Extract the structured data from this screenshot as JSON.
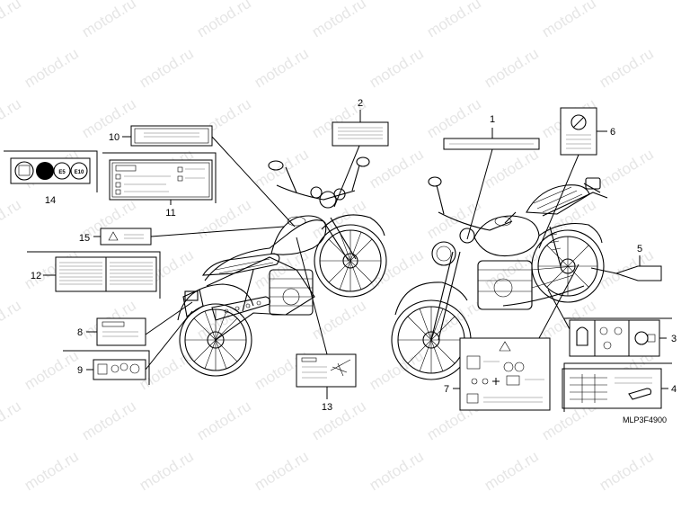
{
  "diagram": {
    "watermark": "motod.ru",
    "part_code": "MLP3F4900",
    "callouts": [
      {
        "id": "c1",
        "label": "1"
      },
      {
        "id": "c2",
        "label": "2"
      },
      {
        "id": "c3",
        "label": "3"
      },
      {
        "id": "c4",
        "label": "4"
      },
      {
        "id": "c5",
        "label": "5"
      },
      {
        "id": "c6",
        "label": "6"
      },
      {
        "id": "c7",
        "label": "7"
      },
      {
        "id": "c8",
        "label": "8"
      },
      {
        "id": "c9",
        "label": "9"
      },
      {
        "id": "c10",
        "label": "10"
      },
      {
        "id": "c11",
        "label": "11"
      },
      {
        "id": "c12",
        "label": "12"
      },
      {
        "id": "c13",
        "label": "13"
      },
      {
        "id": "c14",
        "label": "14"
      },
      {
        "id": "c15",
        "label": "15"
      }
    ],
    "fuel_label_texts": {
      "e5": "E5",
      "e10": "E10"
    },
    "colors": {
      "line": "#000000",
      "watermark": "#e6e6e6",
      "background": "#ffffff"
    }
  }
}
